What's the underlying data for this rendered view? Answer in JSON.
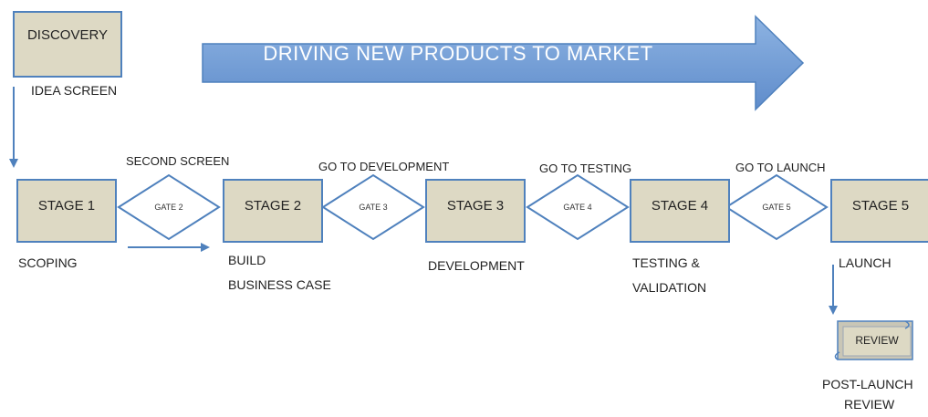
{
  "banner": {
    "text": "DRIVING NEW PRODUCTS TO MARKET"
  },
  "discovery": {
    "label": "DISCOVERY",
    "caption": "IDEA SCREEN"
  },
  "stages": [
    {
      "label": "STAGE 1",
      "caption_lines": [
        "SCOPING"
      ]
    },
    {
      "label": "STAGE 2",
      "caption_lines": [
        "BUILD",
        "BUSINESS CASE"
      ]
    },
    {
      "label": "STAGE 3",
      "caption_lines": [
        "DEVELOPMENT"
      ]
    },
    {
      "label": "STAGE 4",
      "caption_lines": [
        "TESTING &",
        "VALIDATION"
      ]
    },
    {
      "label": "STAGE 5",
      "caption_lines": [
        "LAUNCH"
      ]
    }
  ],
  "gates": [
    {
      "label": "GATE 2",
      "caption": "SECOND SCREEN"
    },
    {
      "label": "GATE 3",
      "caption": "GO TO DEVELOPMENT"
    },
    {
      "label": "GATE 4",
      "caption": "GO TO TESTING"
    },
    {
      "label": "GATE 5",
      "caption": "GO TO LAUNCH"
    }
  ],
  "review": {
    "label": "REVIEW",
    "caption_lines": [
      "POST-LAUNCH",
      "REVIEW"
    ]
  },
  "colors": {
    "box_fill": "#ddd9c4",
    "outline": "#4f81bd",
    "banner_fill": "#7fa8dc"
  }
}
